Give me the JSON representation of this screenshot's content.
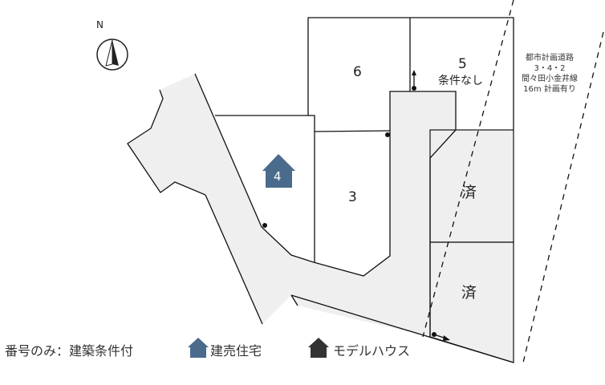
{
  "compass": {
    "label": "N"
  },
  "lots": [
    {
      "number": "6"
    },
    {
      "number": "5",
      "note": "条件なし"
    },
    {
      "number": "4",
      "type": "建売住宅"
    },
    {
      "number": "3"
    },
    {
      "status": "済"
    },
    {
      "status": "済"
    }
  ],
  "road_note": {
    "line1": "都市計画道路",
    "line2": "3・4・2",
    "line3": "間々田小金井線",
    "line4": "16m 計画有り"
  },
  "legend": {
    "number_only": "番号のみ：建築条件付",
    "ready_built": "建売住宅",
    "model_house": "モデルハウス"
  },
  "colors": {
    "ready_built": "#4a6b8c",
    "model_house": "#333333",
    "road": "#efefef"
  }
}
